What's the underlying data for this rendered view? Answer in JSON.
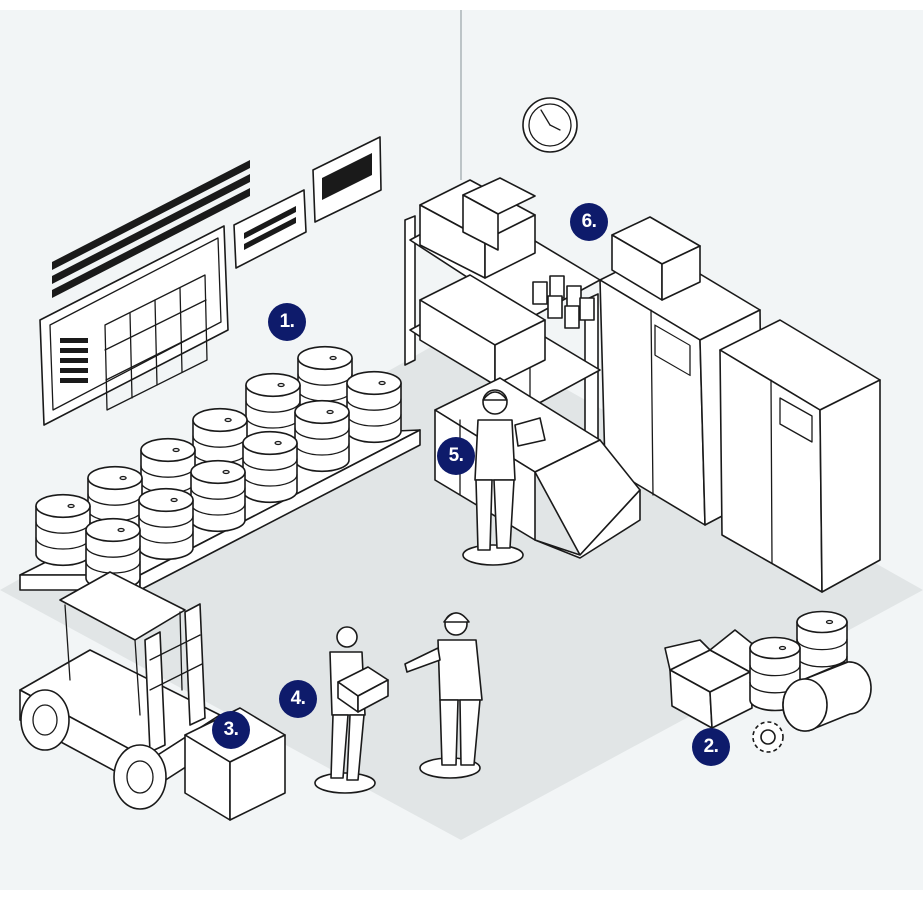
{
  "colors": {
    "background": "#f2f5f6",
    "floor": "#e1e5e6",
    "badge": "#0e1b6b",
    "line": "#1a1a1a"
  },
  "markers": [
    {
      "number": "1.",
      "subject": "barrels-on-pallets"
    },
    {
      "number": "2.",
      "subject": "box-barrels-gear"
    },
    {
      "number": "3.",
      "subject": "forklift-load"
    },
    {
      "number": "4.",
      "subject": "workers-handover"
    },
    {
      "number": "5.",
      "subject": "inspector-with-clipboard"
    },
    {
      "number": "6.",
      "subject": "shelving-and-cabinets"
    }
  ]
}
